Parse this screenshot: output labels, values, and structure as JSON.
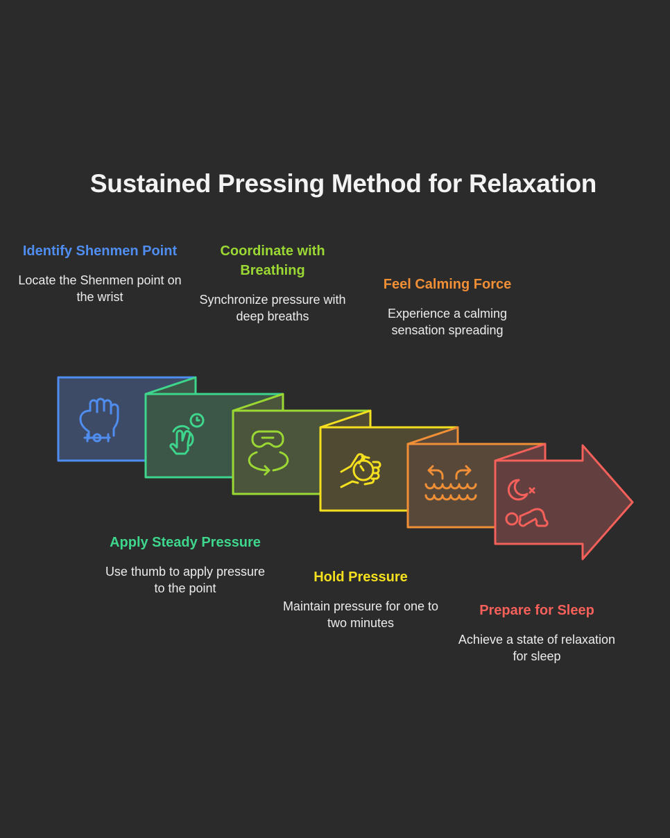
{
  "title": "Sustained Pressing Method for Relaxation",
  "steps": [
    {
      "title": "Identify Shenmen Point",
      "description": "Locate the Shenmen point on the wrist",
      "icon": "fist-wrist-point-icon",
      "color": "#4f8ef0",
      "fill": "#3e4b66"
    },
    {
      "title": "Apply Steady Pressure",
      "description": "Use thumb to apply pressure to the point",
      "icon": "finger-press-clock-icon",
      "color": "#3ed68c",
      "fill": "#3c5747"
    },
    {
      "title": "Coordinate with Breathing",
      "description": "Synchronize pressure with deep breaths",
      "icon": "mask-breath-cycle-icon",
      "color": "#9bd834",
      "fill": "#4b553c"
    },
    {
      "title": "Hold Pressure",
      "description": "Maintain pressure for one to two minutes",
      "icon": "hand-stopwatch-icon",
      "color": "#f4e01e",
      "fill": "#504a33"
    },
    {
      "title": "Feel Calming Force",
      "description": "Experience a calming sensation spreading",
      "icon": "waves-spread-icon",
      "color": "#f08f36",
      "fill": "#574839"
    },
    {
      "title": "Prepare for Sleep",
      "description": "Achieve a state of relaxation for sleep",
      "icon": "moon-sleeping-person-icon",
      "color": "#f5605a",
      "fill": "#633f3f"
    }
  ]
}
